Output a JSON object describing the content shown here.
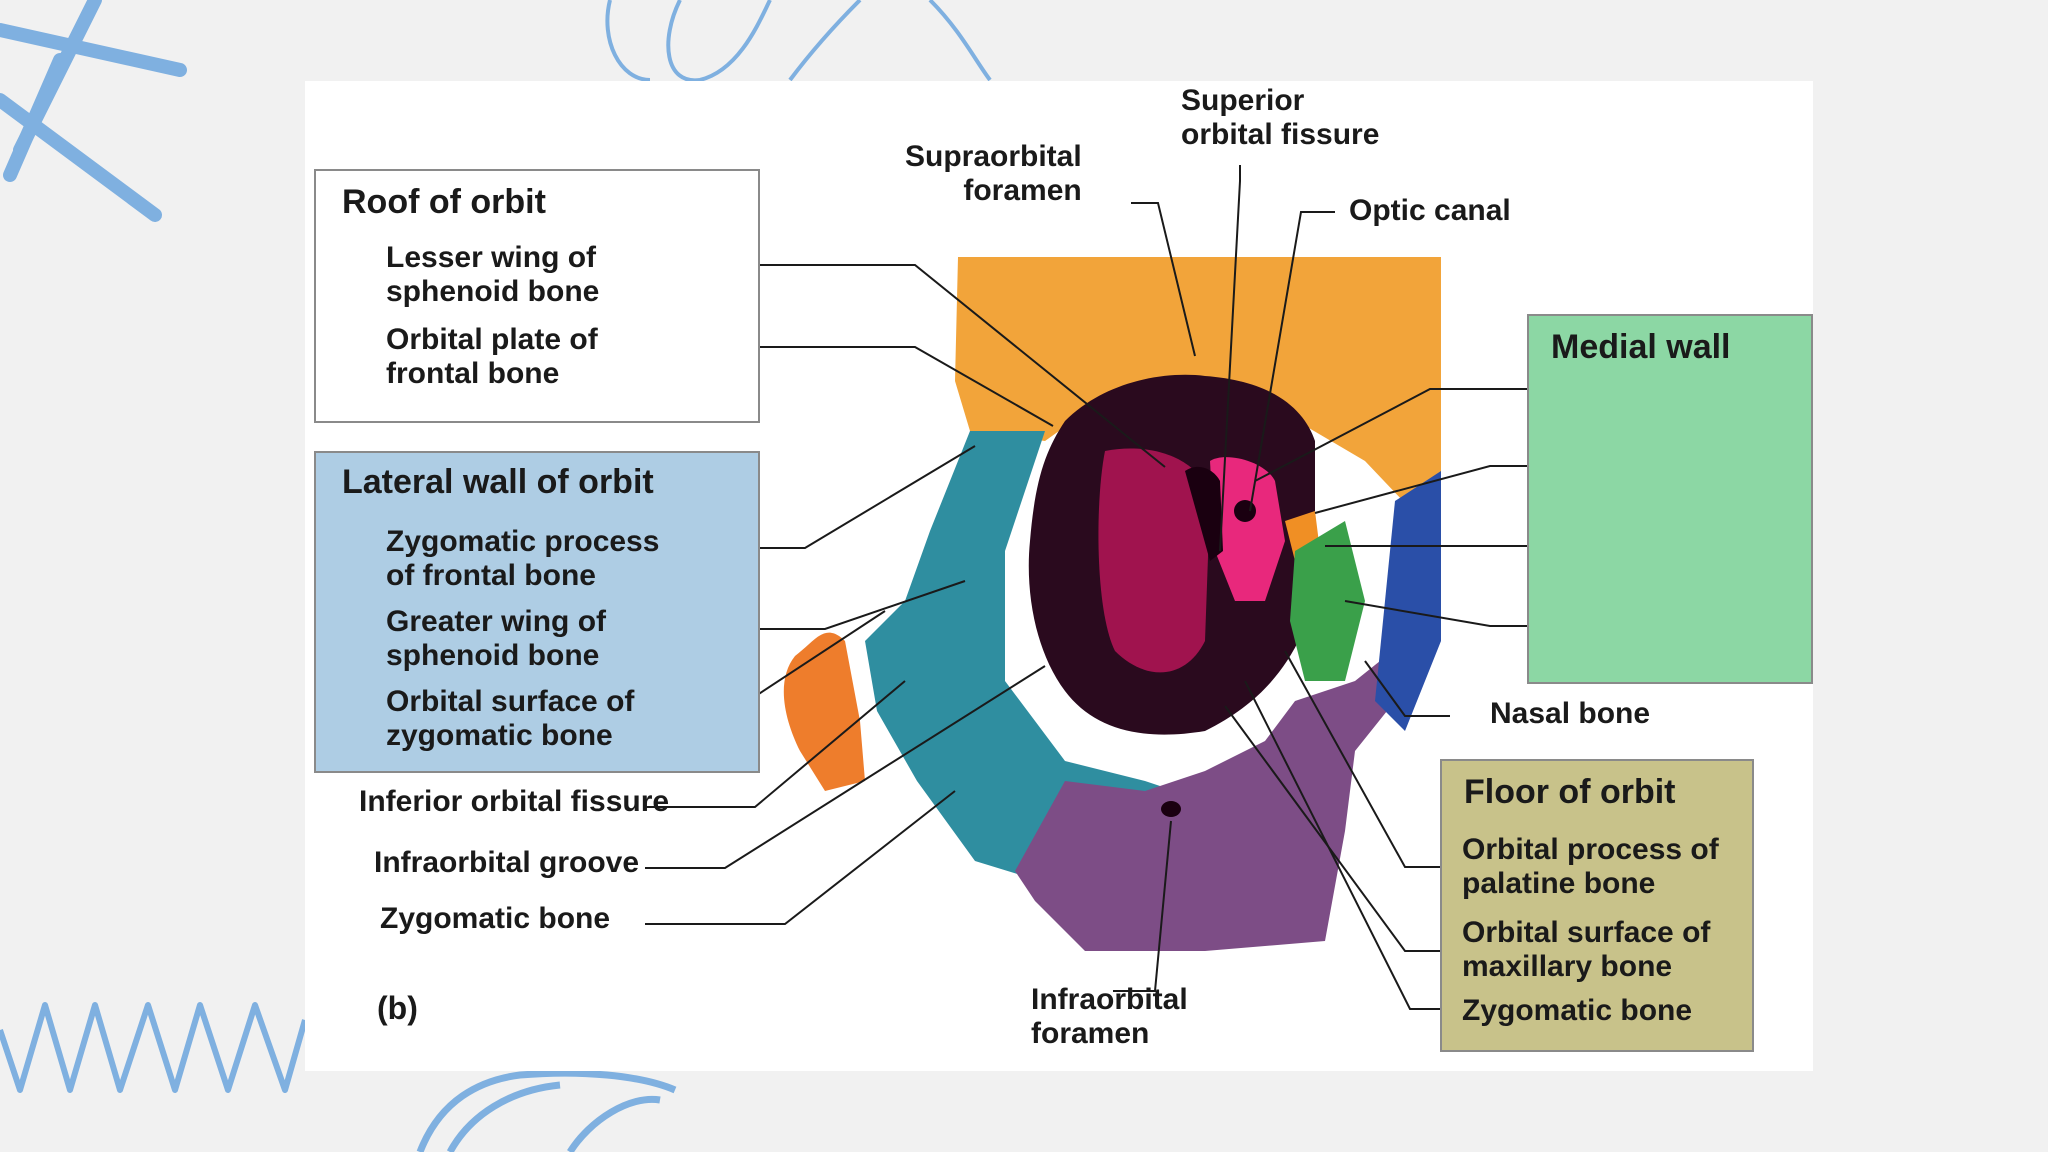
{
  "figure": {
    "panel_label": "(b)",
    "colors": {
      "frontal_bone": "#f2a43a",
      "zygomatic_bone": "#2f8ea0",
      "maxillary_bone": "#7d4d86",
      "sphenoid_greater_wing": "#a0134e",
      "sphenoid_lesser_wing": "#e8287c",
      "palatine_bone": "#f08f24",
      "ethmoid_bone": "#3aa04a",
      "nasal_bone": "#2a4fa8",
      "zygomatic_process_tip": "#ee7d2c",
      "roof_box": "#ffffff",
      "lateral_box": "#aecde4",
      "medial_box": "#8cd7a4",
      "floor_box": "#c8c28a"
    },
    "boxes": {
      "roof": {
        "title": "Roof of orbit",
        "items": [
          "Lesser wing of\nsphenoid bone",
          "Orbital plate of\nfrontal bone"
        ]
      },
      "lateral": {
        "title": "Lateral wall of orbit",
        "items": [
          "Zygomatic process\nof frontal bone",
          "Greater wing of\nsphenoid bone",
          "Orbital surface of\nzygomatic bone"
        ]
      },
      "medial": {
        "title": "Medial wall"
      },
      "floor": {
        "title": "Floor of orbit",
        "items": [
          "Orbital process of\npalatine bone",
          "Orbital surface of\nmaxillary bone",
          "Zygomatic bone"
        ]
      }
    },
    "labels": {
      "supraorbital_foramen": "Supraorbital\nforamen",
      "superior_orbital_fissure": "Superior\norbital fissure",
      "optic_canal": "Optic canal",
      "nasal_bone": "Nasal bone",
      "inferior_orbital_fissure": "Inferior orbital fissure",
      "infraorbital_groove": "Infraorbital groove",
      "zygomatic_bone": "Zygomatic bone",
      "infraorbital_foramen": "Infraorbital\nforamen"
    }
  }
}
